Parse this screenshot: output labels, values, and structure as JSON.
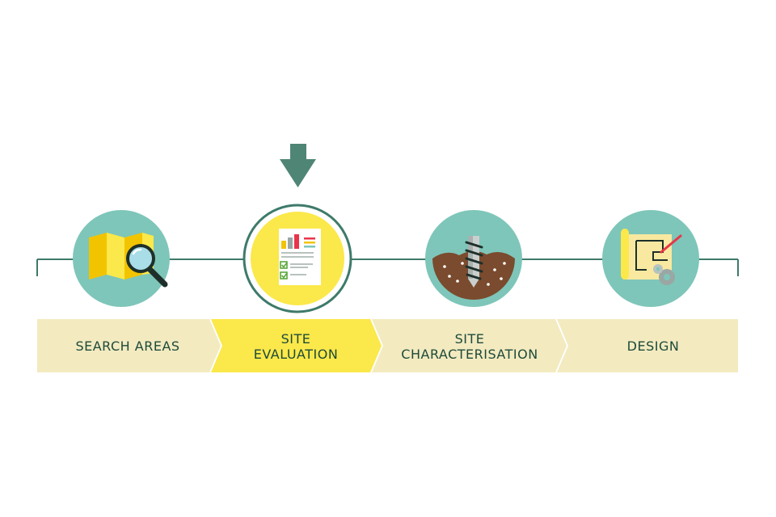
{
  "process": {
    "stages": [
      {
        "line1": "SEARCH AREAS",
        "line2": "",
        "icon": "map-magnifier-icon",
        "active": false
      },
      {
        "line1": "SITE",
        "line2": "EVALUATION",
        "icon": "report-checklist-icon",
        "active": true
      },
      {
        "line1": "SITE",
        "line2": "CHARACTERISATION",
        "icon": "drill-soil-icon",
        "active": false
      },
      {
        "line1": "DESIGN",
        "line2": "",
        "icon": "blueprint-gears-icon",
        "active": false
      }
    ],
    "current_stage_indicator": "down-arrow-icon"
  },
  "colors": {
    "line": "#3e7a6a",
    "circle": "#7ec6b9",
    "active_circle": "#fbe84a",
    "active_ring": "#3e7a6a",
    "band": "#f3eac0",
    "active_band": "#fbe84a",
    "arrow": "#4f8575",
    "label": "#1d4a3a"
  }
}
